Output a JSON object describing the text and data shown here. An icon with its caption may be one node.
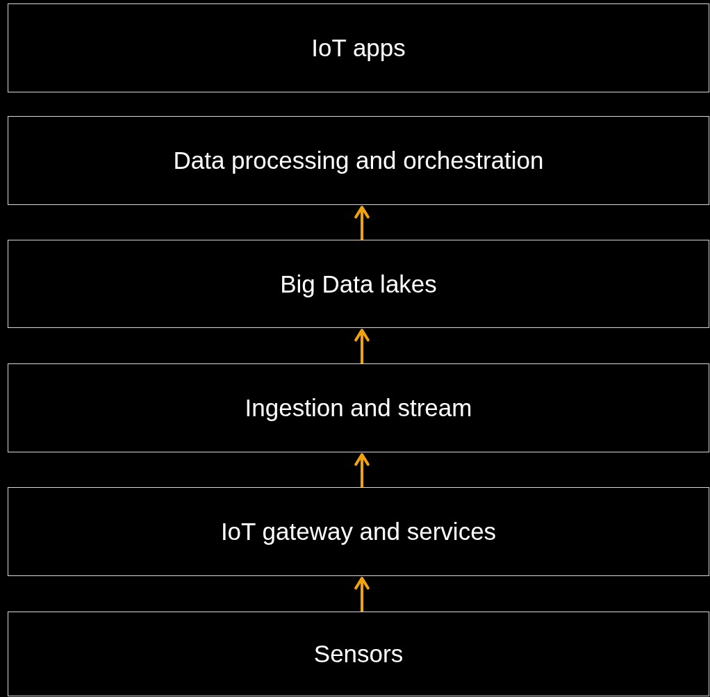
{
  "diagram": {
    "nodes": [
      {
        "text": [
          "IoT apps"
        ]
      },
      {
        "text": [
          "Data processing and orchestration"
        ]
      },
      {
        "text": [
          "Big Data lakes"
        ]
      },
      {
        "text": [
          "Ingestion and stream"
        ]
      },
      {
        "text": [
          "IoT gateway and services"
        ]
      },
      {
        "text": [
          "Sensors"
        ]
      }
    ],
    "edges": [
      {
        "from": 2,
        "to": 1,
        "arrow": "to",
        "color": "#f0a30a"
      },
      {
        "from": 3,
        "to": 2,
        "arrow": "to",
        "color": "#f0a30a"
      },
      {
        "from": 4,
        "to": 3,
        "arrow": "to",
        "color": "#f0a30a"
      },
      {
        "from": 5,
        "to": 4,
        "arrow": "to",
        "color": "#f0a30a"
      }
    ]
  }
}
